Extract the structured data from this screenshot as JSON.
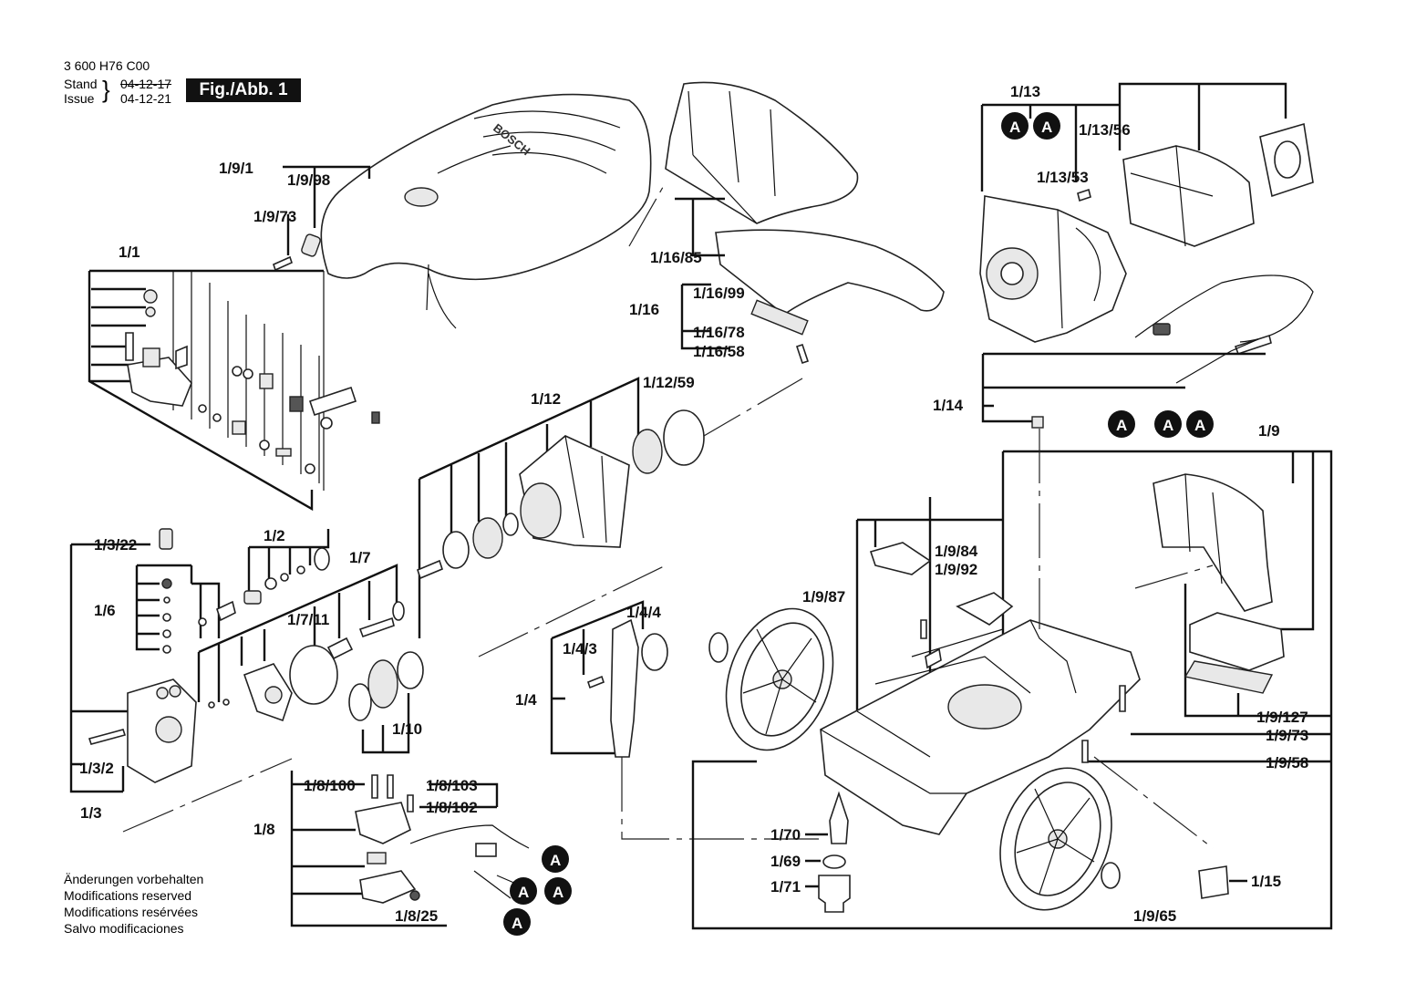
{
  "header": {
    "doc_number": "3 600 H76 C00",
    "stand_label": "Stand",
    "stand_date": "04-12-17",
    "issue_label": "Issue",
    "issue_date": "04-12-21",
    "figure": "Fig./Abb. 1"
  },
  "notes": [
    "Änderungen vorbehalten",
    "Modifications reserved",
    "Modifications resérvées",
    "Salvo modificaciones"
  ],
  "labels": {
    "p1_9_1": "1/9/1",
    "p1_9_98": "1/9/98",
    "p1_9_73a": "1/9/73",
    "p1_1": "1/1",
    "p1_3_22": "1/3/22",
    "p1_6": "1/6",
    "p1_3_2": "1/3/2",
    "p1_3": "1/3",
    "p1_2": "1/2",
    "p1_7": "1/7",
    "p1_7_11": "1/7/11",
    "p1_10": "1/10",
    "p1_12": "1/12",
    "p1_12_59": "1/12/59",
    "p1_16_85": "1/16/85",
    "p1_16": "1/16",
    "p1_16_99": "1/16/99",
    "p1_16_78": "1/16/78",
    "p1_16_58": "1/16/58",
    "p1_13": "1/13",
    "p1_13_56": "1/13/56",
    "p1_13_53": "1/13/53",
    "p1_14": "1/14",
    "p1_9": "1/9",
    "p1_9_84": "1/9/84",
    "p1_9_92": "1/9/92",
    "p1_9_87": "1/9/87",
    "p1_4_4": "1/4/4",
    "p1_4_3": "1/4/3",
    "p1_4": "1/4",
    "p1_8_100": "1/8/100",
    "p1_8_103": "1/8/103",
    "p1_8_102": "1/8/102",
    "p1_8": "1/8",
    "p1_8_25": "1/8/25",
    "p1_70": "1/70",
    "p1_69": "1/69",
    "p1_71": "1/71",
    "p1_9_127": "1/9/127",
    "p1_9_73b": "1/9/73",
    "p1_9_58": "1/9/58",
    "p1_15": "1/15",
    "p1_9_65": "1/9/65"
  },
  "connector_marker": "A",
  "logo_text": "BOSCH"
}
